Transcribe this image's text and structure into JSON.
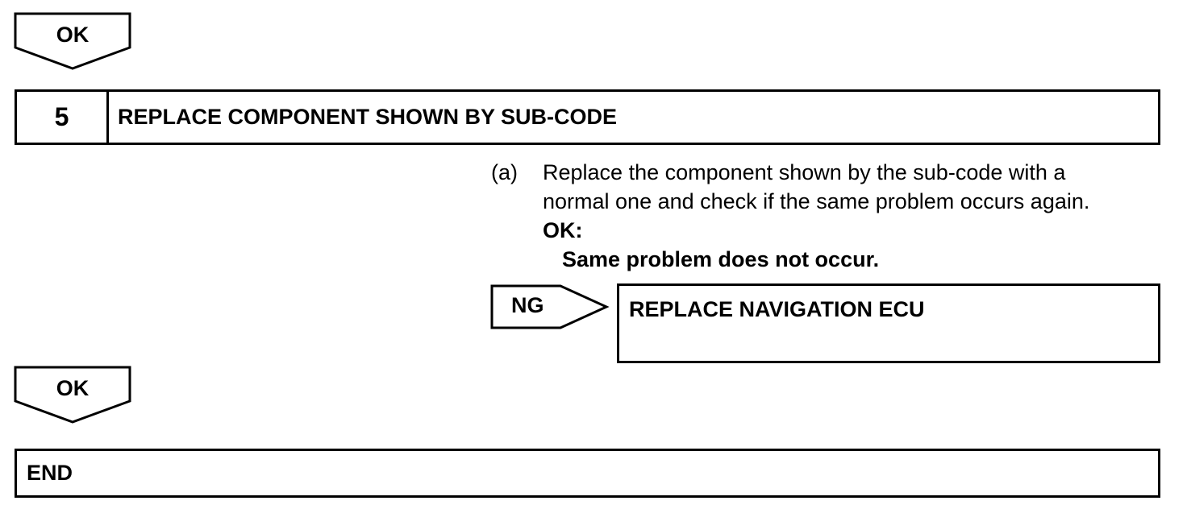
{
  "flow": {
    "ok_top": "OK",
    "step": {
      "number": "5",
      "title": "REPLACE COMPONENT SHOWN BY SUB-CODE"
    },
    "instruction": {
      "marker": "(a)",
      "line1": "Replace the component shown by the sub-code with a",
      "line2": "normal one and check if the same problem occurs again.",
      "ok_label": "OK:",
      "ok_value": "Same problem does not occur."
    },
    "ng_label": "NG",
    "ng_result": "REPLACE NAVIGATION ECU",
    "ok_bottom": "OK",
    "end": "END"
  }
}
